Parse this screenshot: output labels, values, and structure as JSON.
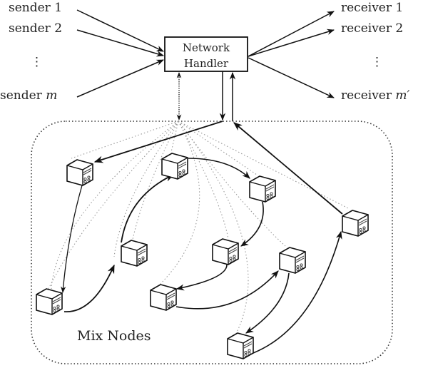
{
  "senders": [
    {
      "label": "sender 1"
    },
    {
      "label": "sender 2"
    },
    {
      "label": "sender ",
      "var": "m"
    }
  ],
  "receivers": [
    {
      "label": "receiver 1"
    },
    {
      "label": "receiver 2"
    },
    {
      "label": "receiver ",
      "var": "m′"
    }
  ],
  "ellipsis": "⋮",
  "handler": {
    "line1": "Network",
    "line2": "Handler"
  },
  "mix_region": {
    "label": "Mix Nodes"
  },
  "nodes": [
    {
      "id": "n1"
    },
    {
      "id": "n2"
    },
    {
      "id": "n3"
    },
    {
      "id": "n4"
    },
    {
      "id": "n5"
    },
    {
      "id": "n6"
    },
    {
      "id": "n7"
    },
    {
      "id": "n8"
    },
    {
      "id": "n9"
    },
    {
      "id": "n10"
    }
  ],
  "colors": {
    "stroke": "#111111",
    "dotted": "#888888",
    "text": "#222222"
  }
}
